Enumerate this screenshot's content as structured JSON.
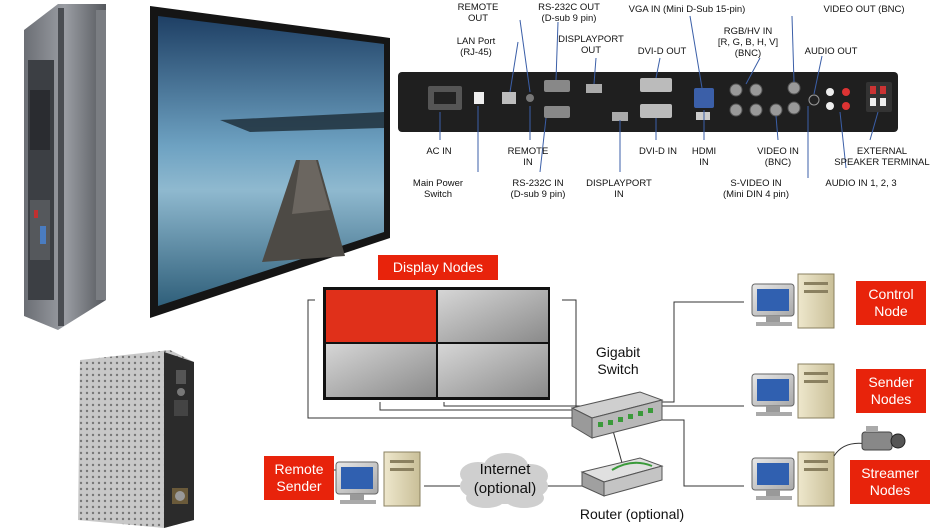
{
  "rear_panel": {
    "labels": {
      "remote_out": "REMOTE\nOUT",
      "lan_port": "LAN Port\n(RJ-45)",
      "rs232c_out": "RS-232C OUT\n(D-sub 9 pin)",
      "displayport_out": "DISPLAYPORT\nOUT",
      "vga_in": "VGA IN (Mini D-Sub 15-pin)",
      "dvi_d_out": "DVI-D OUT",
      "rgb_hv_in": "RGB/HV IN\n[R, G, B, H, V]\n(BNC)",
      "video_out": "VIDEO OUT (BNC)",
      "audio_out": "AUDIO OUT",
      "ac_in": "AC IN",
      "main_power": "Main Power\nSwitch",
      "remote_in": "REMOTE\nIN",
      "rs232c_in": "RS-232C IN\n(D-sub 9 pin)",
      "displayport_in": "DISPLAYPORT\nIN",
      "dvi_d_in": "DVI-D IN",
      "hdmi_in": "HDMI\nIN",
      "video_in": "VIDEO IN\n(BNC)",
      "s_video_in": "S-VIDEO IN\n(Mini DIN 4 pin)",
      "ext_speaker": "EXTERNAL\nSPEAKER TERMINAL",
      "audio_in": "AUDIO IN 1, 2, 3"
    }
  },
  "network": {
    "display_nodes": "Display Nodes",
    "gigabit_switch": "Gigabit\nSwitch",
    "control_node": "Control\nNode",
    "sender_nodes": "Sender\nNodes",
    "streamer_nodes": "Streamer\nNodes",
    "remote_sender": "Remote\nSender",
    "internet": "Internet\n(optional)",
    "router": "Router (optional)"
  },
  "colors": {
    "accent_red": "#e8230b",
    "tile_gray": "#9a9a9a",
    "panel_dark": "#1f1f1f"
  }
}
